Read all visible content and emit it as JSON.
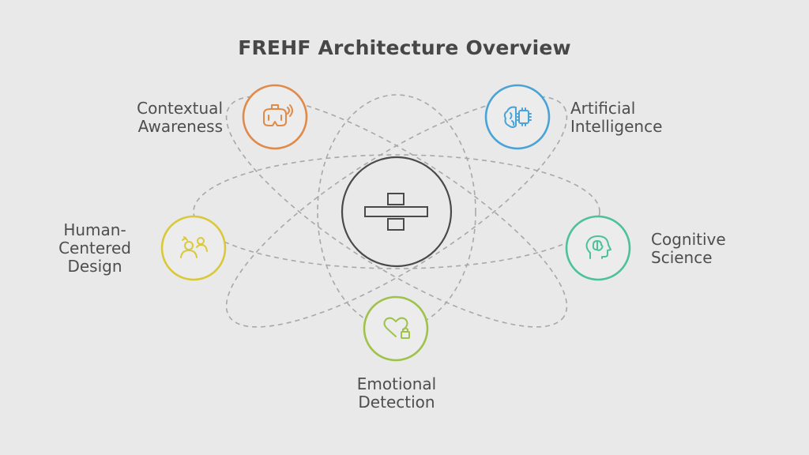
{
  "title": "FREHF Architecture Overview",
  "center": {
    "icon": "division-icon",
    "stroke_color": "#4a4a4a"
  },
  "nodes": [
    {
      "id": "contextual-awareness",
      "label": "Contextual\nAwareness",
      "icon": "vr-headset-icon",
      "color": "#e08a4a"
    },
    {
      "id": "artificial-intelligence",
      "label": "Artificial\nIntelligence",
      "icon": "brain-chip-icon",
      "color": "#4aa3d6"
    },
    {
      "id": "human-centered-design",
      "label": "Human-\nCentered\nDesign",
      "icon": "people-icon",
      "color": "#d9c93a"
    },
    {
      "id": "cognitive-science",
      "label": "Cognitive\nScience",
      "icon": "head-brain-icon",
      "color": "#4cc19a"
    },
    {
      "id": "emotional-detection",
      "label": "Emotional\nDetection",
      "icon": "heart-lock-icon",
      "color": "#9ec24a"
    }
  ],
  "orbit_color": "#a8a8a8"
}
